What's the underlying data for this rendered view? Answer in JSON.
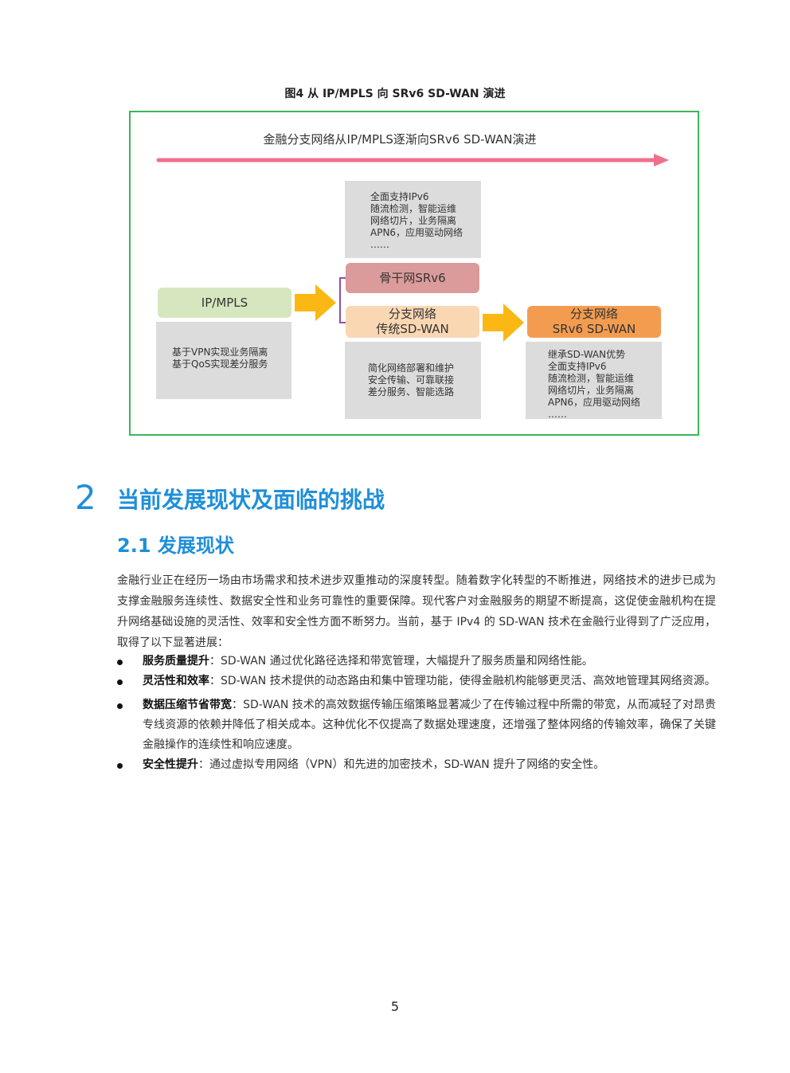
{
  "figure": {
    "caption": "图4 从 IP/MPLS 向 SRv6 SD-WAN 演进",
    "arrow_label": "金融分支网络从IP/MPLS逐渐向SRv6 SD-WAN演进",
    "boxes": {
      "ipmpls": {
        "lines": [
          "IP/MPLS"
        ]
      },
      "backbone": {
        "lines": [
          "骨干网SRv6"
        ]
      },
      "branch_trad": {
        "lines": [
          "分支网络",
          "传统SD-WAN"
        ]
      },
      "branch_srv6": {
        "lines": [
          "分支网络",
          "SRv6 SD-WAN"
        ]
      }
    },
    "notes": {
      "top": [
        "全面支持IPv6",
        "随流检测，智能运维",
        "网络切片，业务隔离",
        "APN6，应用驱动网络",
        "……"
      ],
      "ipmpls": [
        "基于VPN实现业务隔离",
        "基于QoS实现差分服务"
      ],
      "trad": [
        "简化网络部署和维护",
        "安全传输、可靠联接",
        "差分服务、智能选路"
      ],
      "srv6": [
        "继承SD-WAN优势",
        "全面支持IPv6",
        "随流检测，智能运维",
        "网络切片，业务隔离",
        "APN6，应用驱动网络",
        "……"
      ]
    },
    "colors": {
      "frame": "#3cb55a",
      "timeline_arrow": "#ef6f8f",
      "ipmpls_box": "#d6e7bf",
      "backbone_box": "#db9b9b",
      "branch_trad_box": "#fad7b3",
      "branch_srv6_box": "#f39c4f",
      "block_arrow": "#fbb814",
      "bracket": "#8e4fa8",
      "note_bg": "#dcdcdc"
    }
  },
  "section": {
    "number": "2",
    "title": "当前发展现状及面临的挑战"
  },
  "subsection": {
    "title": "2.1 发展现状"
  },
  "paragraph": "金融行业正在经历一场由市场需求和技术进步双重推动的深度转型。随着数字化转型的不断推进，网络技术的进步已成为支撑金融服务连续性、数据安全性和业务可靠性的重要保障。现代客户对金融服务的期望不断提高，这促使金融机构在提升网络基础设施的灵活性、效率和安全性方面不断努力。当前，基于 IPv4 的 SD-WAN 技术在金融行业得到了广泛应用，取得了以下显著进展：",
  "bullets": [
    {
      "term": "服务质量提升",
      "sep": "：",
      "text": "SD-WAN 通过优化路径选择和带宽管理，大幅提升了服务质量和网络性能。"
    },
    {
      "term": "灵活性和效率",
      "sep": "：",
      "text": "SD-WAN 技术提供的动态路由和集中管理功能，使得金融机构能够更灵活、高效地管理其网络资源。"
    },
    {
      "term": "数据压缩节省带宽",
      "sep": "：",
      "text": "SD-WAN 技术的高效数据传输压缩策略显著减少了在传输过程中所需的带宽，从而减轻了对昂贵专线资源的依赖并降低了相关成本。这种优化不仅提高了数据处理速度，还增强了整体网络的传输效率，确保了关键金融操作的连续性和响应速度。"
    },
    {
      "term": "安全性提升",
      "sep": "：",
      "text": "通过虚拟专用网络（VPN）和先进的加密技术，SD-WAN 提升了网络的安全性。"
    }
  ],
  "page_number": "5"
}
